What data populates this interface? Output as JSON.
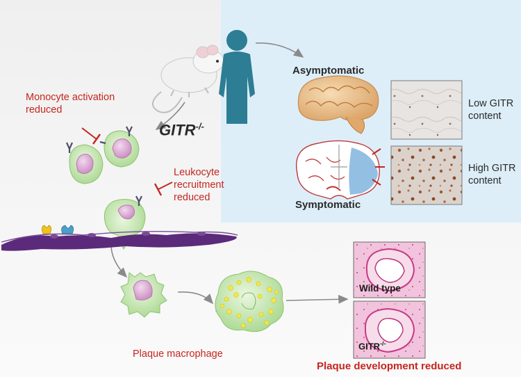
{
  "labels": {
    "gitr_main": "GITR",
    "gitr_main_sup": "-/-",
    "asymptomatic": "Asymptomatic",
    "symptomatic": "Symptomatic",
    "low_gitr": "Low GITR\ncontent",
    "high_gitr": "High GITR\ncontent",
    "monocyte_activation": "Monocyte activation\nreduced",
    "leukocyte_recruitment": "Leukocyte\nrecruitment\nreduced",
    "plaque_macrophage": "Plaque macrophage",
    "wild_type": "Wild type",
    "gitr_ko": "GITR",
    "gitr_ko_sup": "-/-",
    "plaque_development": "Plaque development reduced"
  },
  "colors": {
    "inhibit_red": "#c4261f",
    "panel_blue": "#ddeef9",
    "human_teal": "#2d7d94",
    "endothelium_purple": "#5b2a7a",
    "cell_green": "#c9e6b5",
    "nucleus_pink": "#dba8d3",
    "lipid_yellow": "#f4e842",
    "he_stain_pink": "#e7a4c6"
  },
  "icons": [
    "mouse-icon",
    "human-icon",
    "brain-icon",
    "brain-section-icon",
    "monocyte-icon",
    "macrophage-icon",
    "foam-cell-icon",
    "endothelium-icon",
    "receptor-icon",
    "arrow-icon",
    "inhibition-icon"
  ]
}
